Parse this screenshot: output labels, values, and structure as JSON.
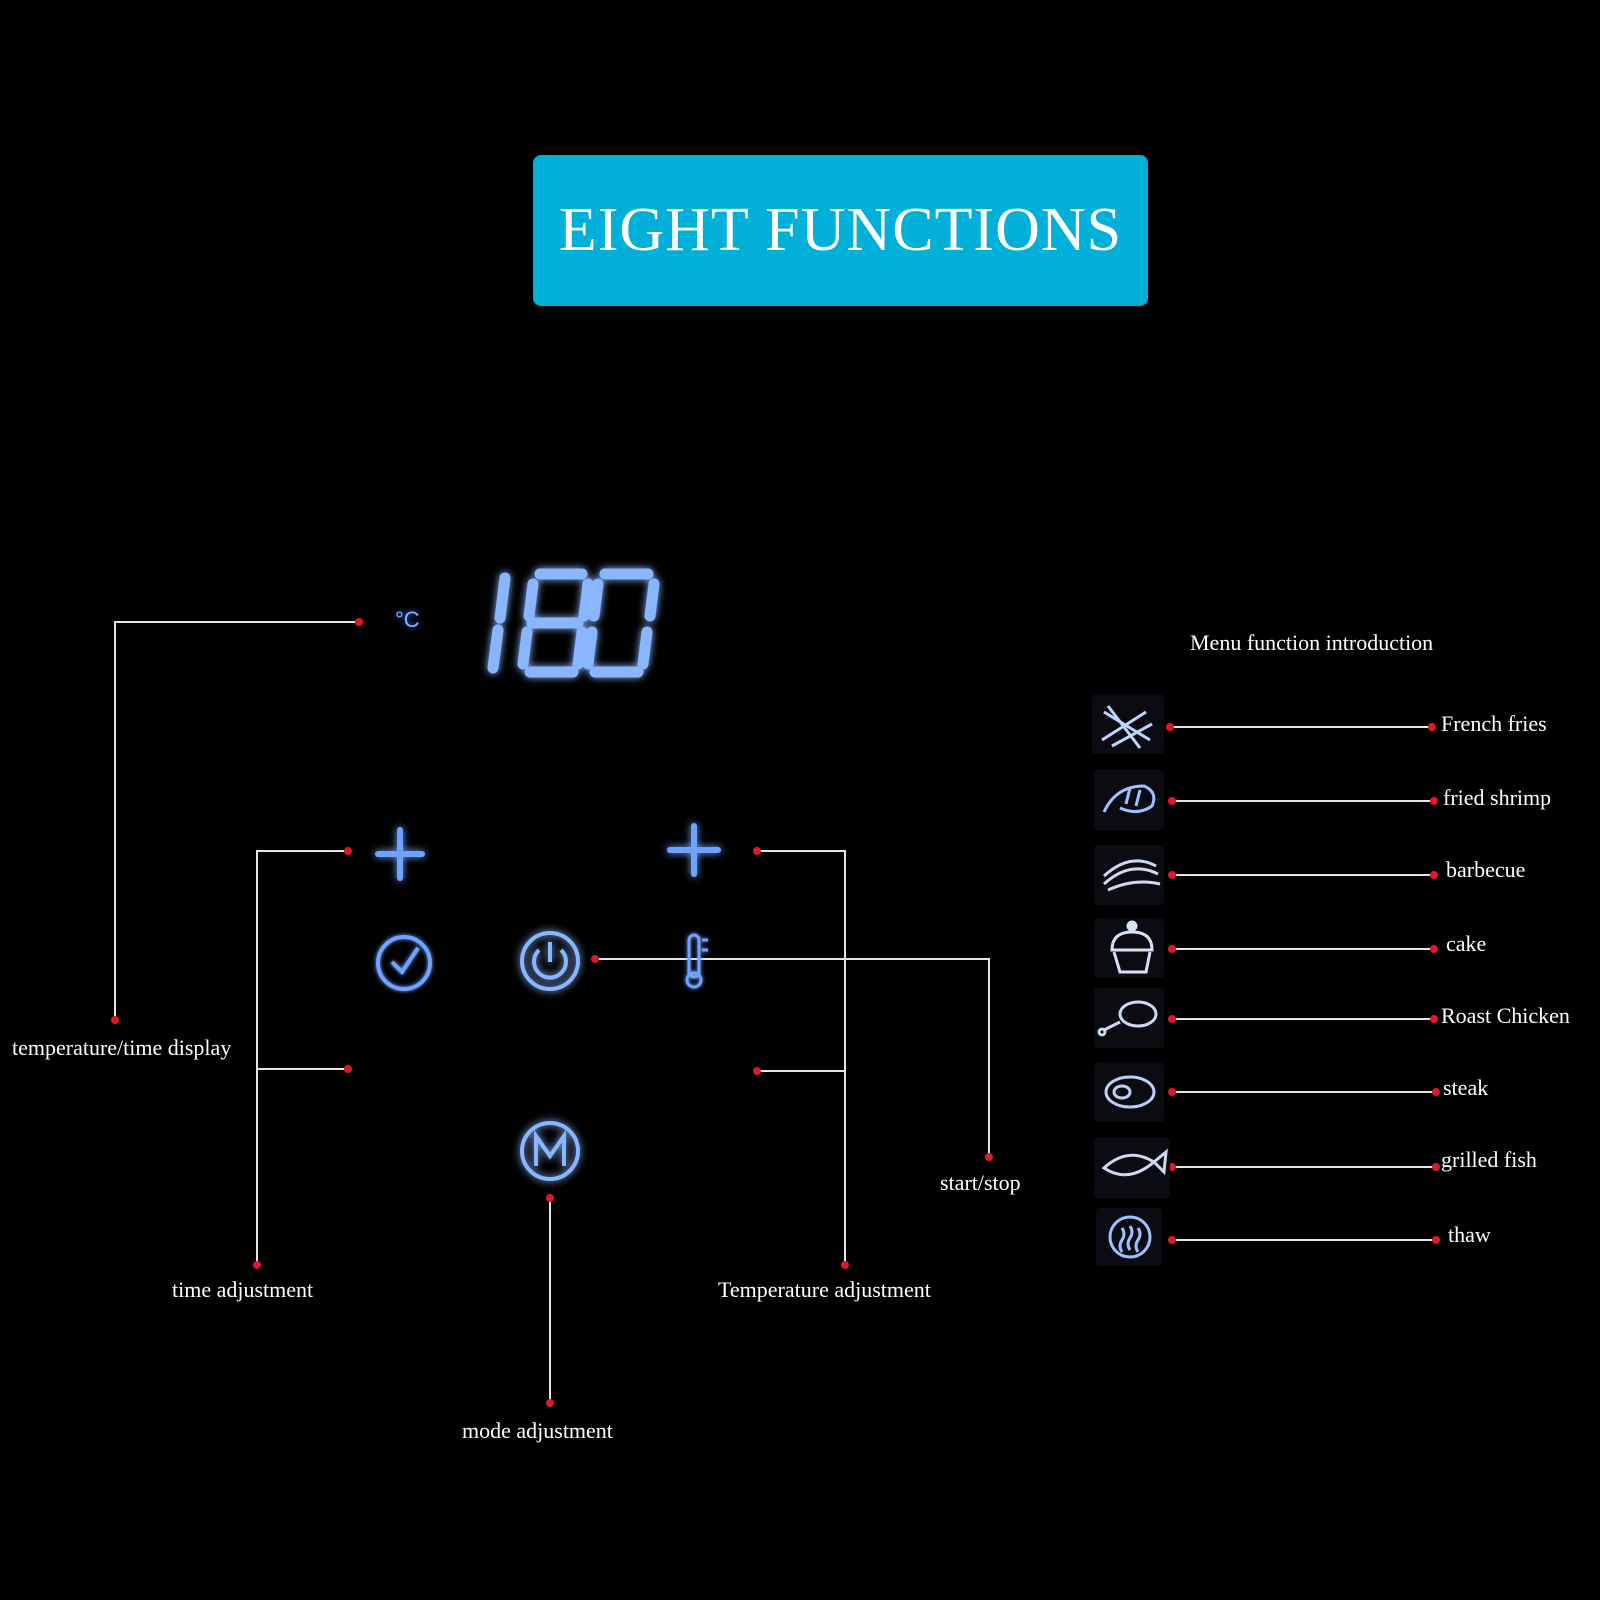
{
  "banner": {
    "title": "EIGHT FUNCTIONS",
    "bg_color": "#00b0d9"
  },
  "display": {
    "unit": "°C",
    "value": "180",
    "glow_color": "#4d8dff"
  },
  "controls": {
    "time_plus": "plus-icon",
    "time_clock": "clock-icon",
    "time_minus": "minus-icon",
    "power": "power-icon",
    "mode": "M",
    "temp_plus": "plus-icon",
    "temp_thermo": "thermometer-icon",
    "temp_minus": "minus-icon"
  },
  "labels": {
    "temp_time_display": "temperature/time display",
    "time_adjustment": "time adjustment",
    "mode_adjustment": "mode adjustment",
    "temperature_adjustment": "Temperature adjustment",
    "start_stop": "start/stop"
  },
  "menu": {
    "title": "Menu function introduction",
    "items": [
      {
        "label": "French fries",
        "icon": "french-fries-icon"
      },
      {
        "label": "fried shrimp",
        "icon": "shrimp-icon"
      },
      {
        "label": "barbecue",
        "icon": "barbecue-icon"
      },
      {
        "label": "cake",
        "icon": "cake-icon"
      },
      {
        "label": "Roast Chicken",
        "icon": "chicken-leg-icon"
      },
      {
        "label": "steak",
        "icon": "steak-icon"
      },
      {
        "label": "grilled fish",
        "icon": "fish-icon"
      },
      {
        "label": "thaw",
        "icon": "thaw-icon"
      }
    ]
  },
  "colors": {
    "leader_line": "#e6e6e6",
    "leader_dot": "#e0182a"
  }
}
